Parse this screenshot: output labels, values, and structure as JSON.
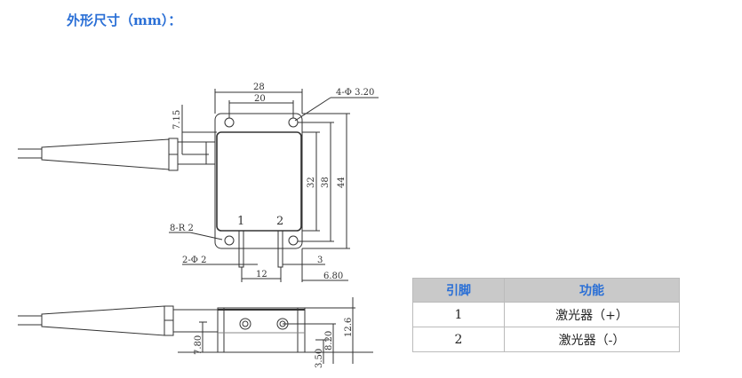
{
  "title": "外形尺寸（mm）：",
  "drawing": {
    "top_view": {
      "dim_width_outer": "28",
      "dim_width_holes": "20",
      "hole_callout": "4-Φ 3.20",
      "dim_fiber_offset": "7.15",
      "dim_body": "32",
      "dim_holes_vertical": "38",
      "dim_height_outer": "44",
      "pin1_label": "1",
      "pin2_label": "2",
      "radius_callout": "8-R 2",
      "pin_diameter_callout": "2-Φ 2",
      "dim_pin_pitch": "12",
      "dim_pin_offset": "3",
      "dim_pin_edge": "6.80"
    },
    "side_view": {
      "dim_fiber_height": "7.80",
      "dim_base": "3.50",
      "dim_holes_height": "8.20",
      "dim_total_height": "12.6"
    }
  },
  "pin_table": {
    "headers": [
      "引脚",
      "功能"
    ],
    "rows": [
      [
        "1",
        "激光器（+）"
      ],
      [
        "2",
        "激光器（-）"
      ]
    ]
  }
}
